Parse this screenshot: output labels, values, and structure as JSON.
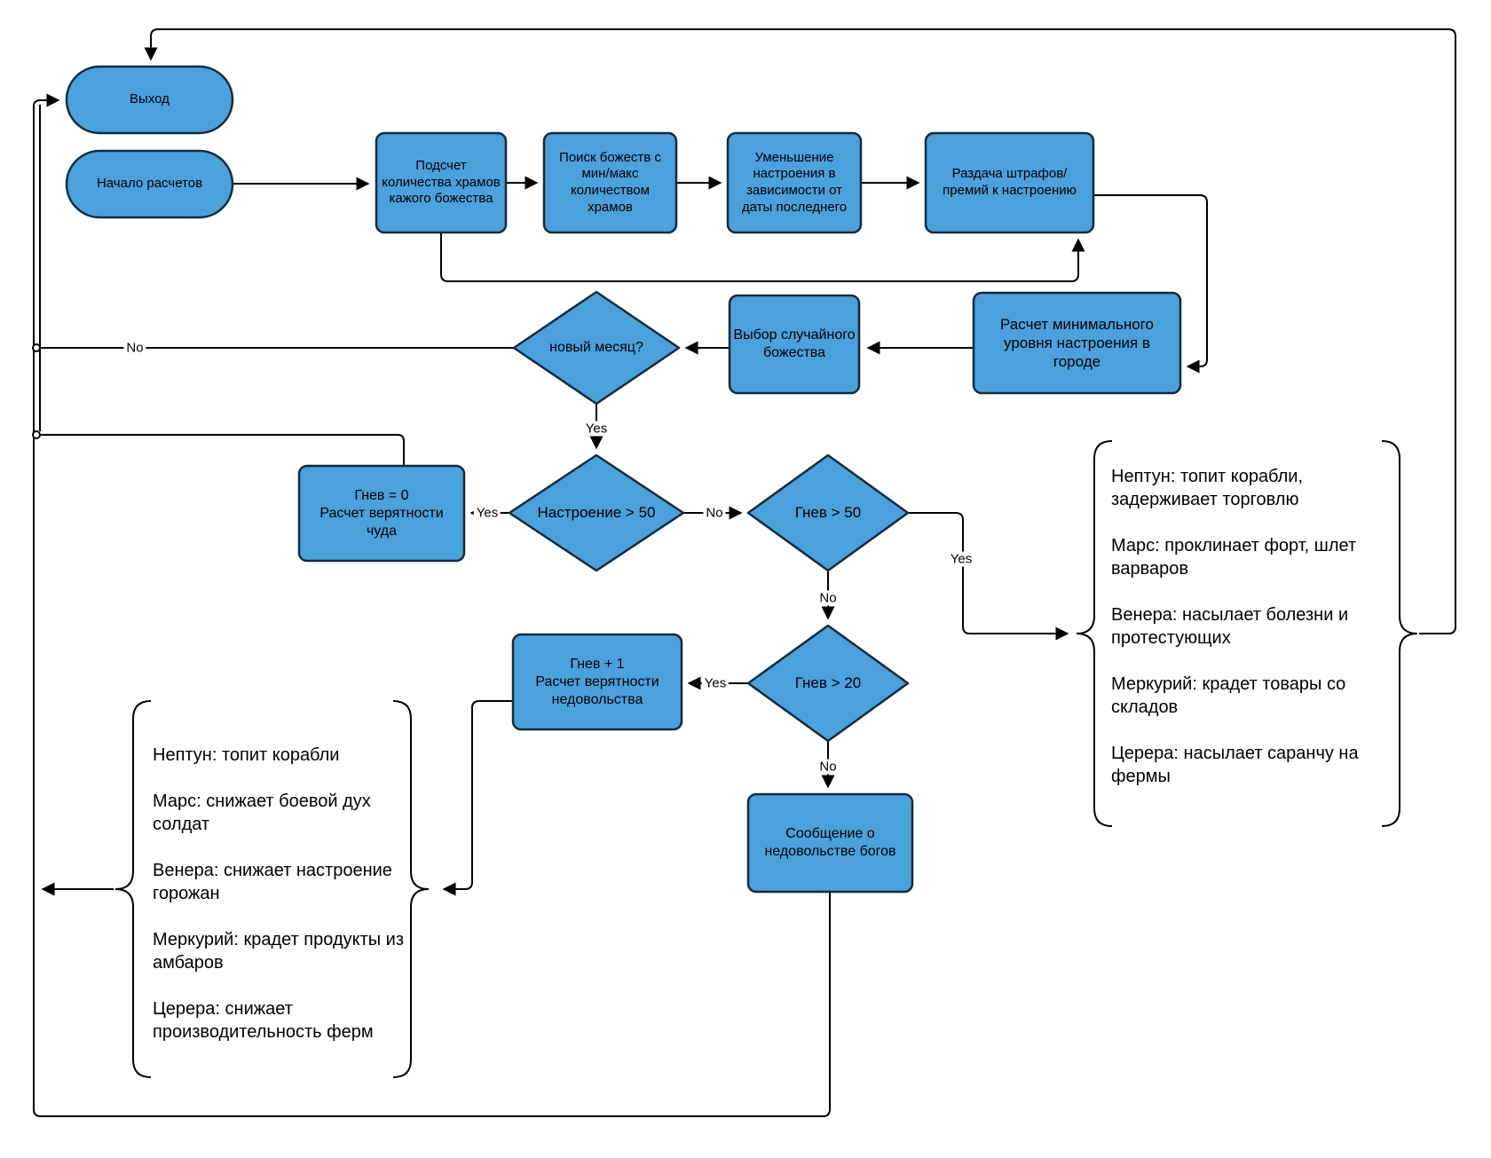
{
  "diagram": {
    "nodes": {
      "exit": "Выход",
      "start": "Начало расчетов",
      "count_temples": "Подсчет количества храмов кажого божества",
      "find_minmax": "Поиск божеств с мин/макс количеством храмов",
      "decrease_mood": "Уменьшение настроения в зависимости от даты последнего",
      "penalties": "Раздача штрафов/премий к настроению",
      "min_city_mood": "Расчет минимального уровня настроения в городе",
      "random_god": "Выбор случайного божества",
      "new_month": "новый месяц?",
      "mood_gt_50": "Настроение > 50",
      "anger_reset": "Гнев = 0\nРасчет верятности чуда",
      "anger_gt_50": "Гнев > 50",
      "anger_gt_20": "Гнев > 20",
      "anger_inc": "Гнев + 1\nРасчет верятности недовольства",
      "gods_message": "Сообщение о недовольстве богов"
    },
    "labels": {
      "yes": "Yes",
      "no": "No"
    },
    "wrath_major": [
      "Нептун: топит корабли, задерживает торговлю",
      "Марс: проклинает форт, шлет варваров",
      "Венера: насылает болезни и протестующих",
      "Меркурий: крадет товары со складов",
      "Церера: насылает саранчу на фермы"
    ],
    "wrath_minor": [
      "Нептун: топит корабли",
      "Марс: снижает боевой дух солдат",
      "Венера: снижает настроение горожан",
      "Меркурий: крадет продукты из амбаров",
      "Церера: снижает производительность ферм"
    ],
    "colors": {
      "node_fill": "#4AA1DB",
      "node_stroke": "#122B3C",
      "edge": "#000000"
    }
  }
}
